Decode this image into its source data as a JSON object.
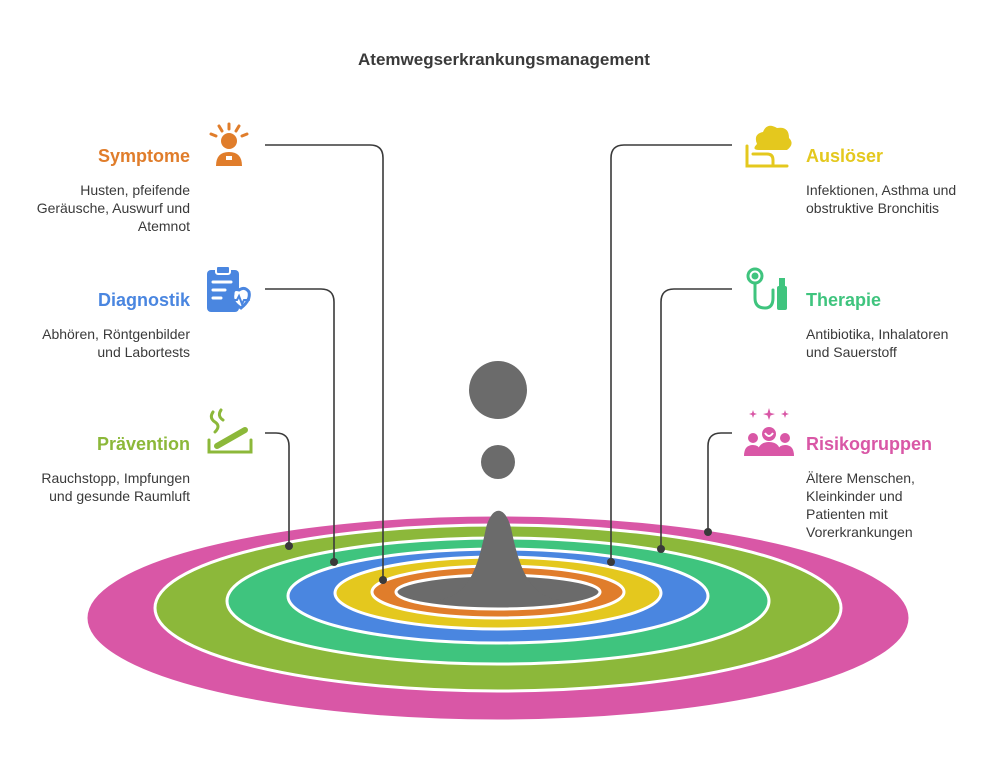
{
  "title": "Atemwegserkrankungsmanagement",
  "colors": {
    "symptome": "#e07d2b",
    "diagnostik": "#4a86e0",
    "praevention": "#8cb83a",
    "ausloeser": "#e4c81e",
    "therapie": "#3fc47e",
    "risikogruppen": "#d957a6",
    "center": "#6b6b6b",
    "line": "#3a3a3a"
  },
  "left": [
    {
      "key": "symptome",
      "title": "Symptome",
      "desc": [
        "Husten, pfeifende",
        "Geräusche, Auswurf und",
        "Atemnot"
      ],
      "icon": "alert-person-icon"
    },
    {
      "key": "diagnostik",
      "title": "Diagnostik",
      "desc": [
        "Abhören, Röntgenbilder",
        "und Labortests"
      ],
      "icon": "clipboard-heart-icon"
    },
    {
      "key": "praevention",
      "title": "Prävention",
      "desc": [
        "Rauchstopp, Impfungen",
        "und gesunde Raumluft"
      ],
      "icon": "no-smoking-icon"
    }
  ],
  "right": [
    {
      "key": "ausloeser",
      "title": "Auslöser",
      "desc": [
        "Infektionen, Asthma und",
        "obstruktive Bronchitis"
      ],
      "icon": "cloud-lungs-icon"
    },
    {
      "key": "therapie",
      "title": "Therapie",
      "desc": [
        "Antibiotika, Inhalatoren",
        "und Sauerstoff"
      ],
      "icon": "stethoscope-icon"
    },
    {
      "key": "risikogruppen",
      "title": "Risikogruppen",
      "desc": [
        "Ältere Menschen,",
        "Kleinkinder und",
        "Patienten mit",
        "Vorerkrankungen"
      ],
      "icon": "group-people-icon"
    }
  ]
}
